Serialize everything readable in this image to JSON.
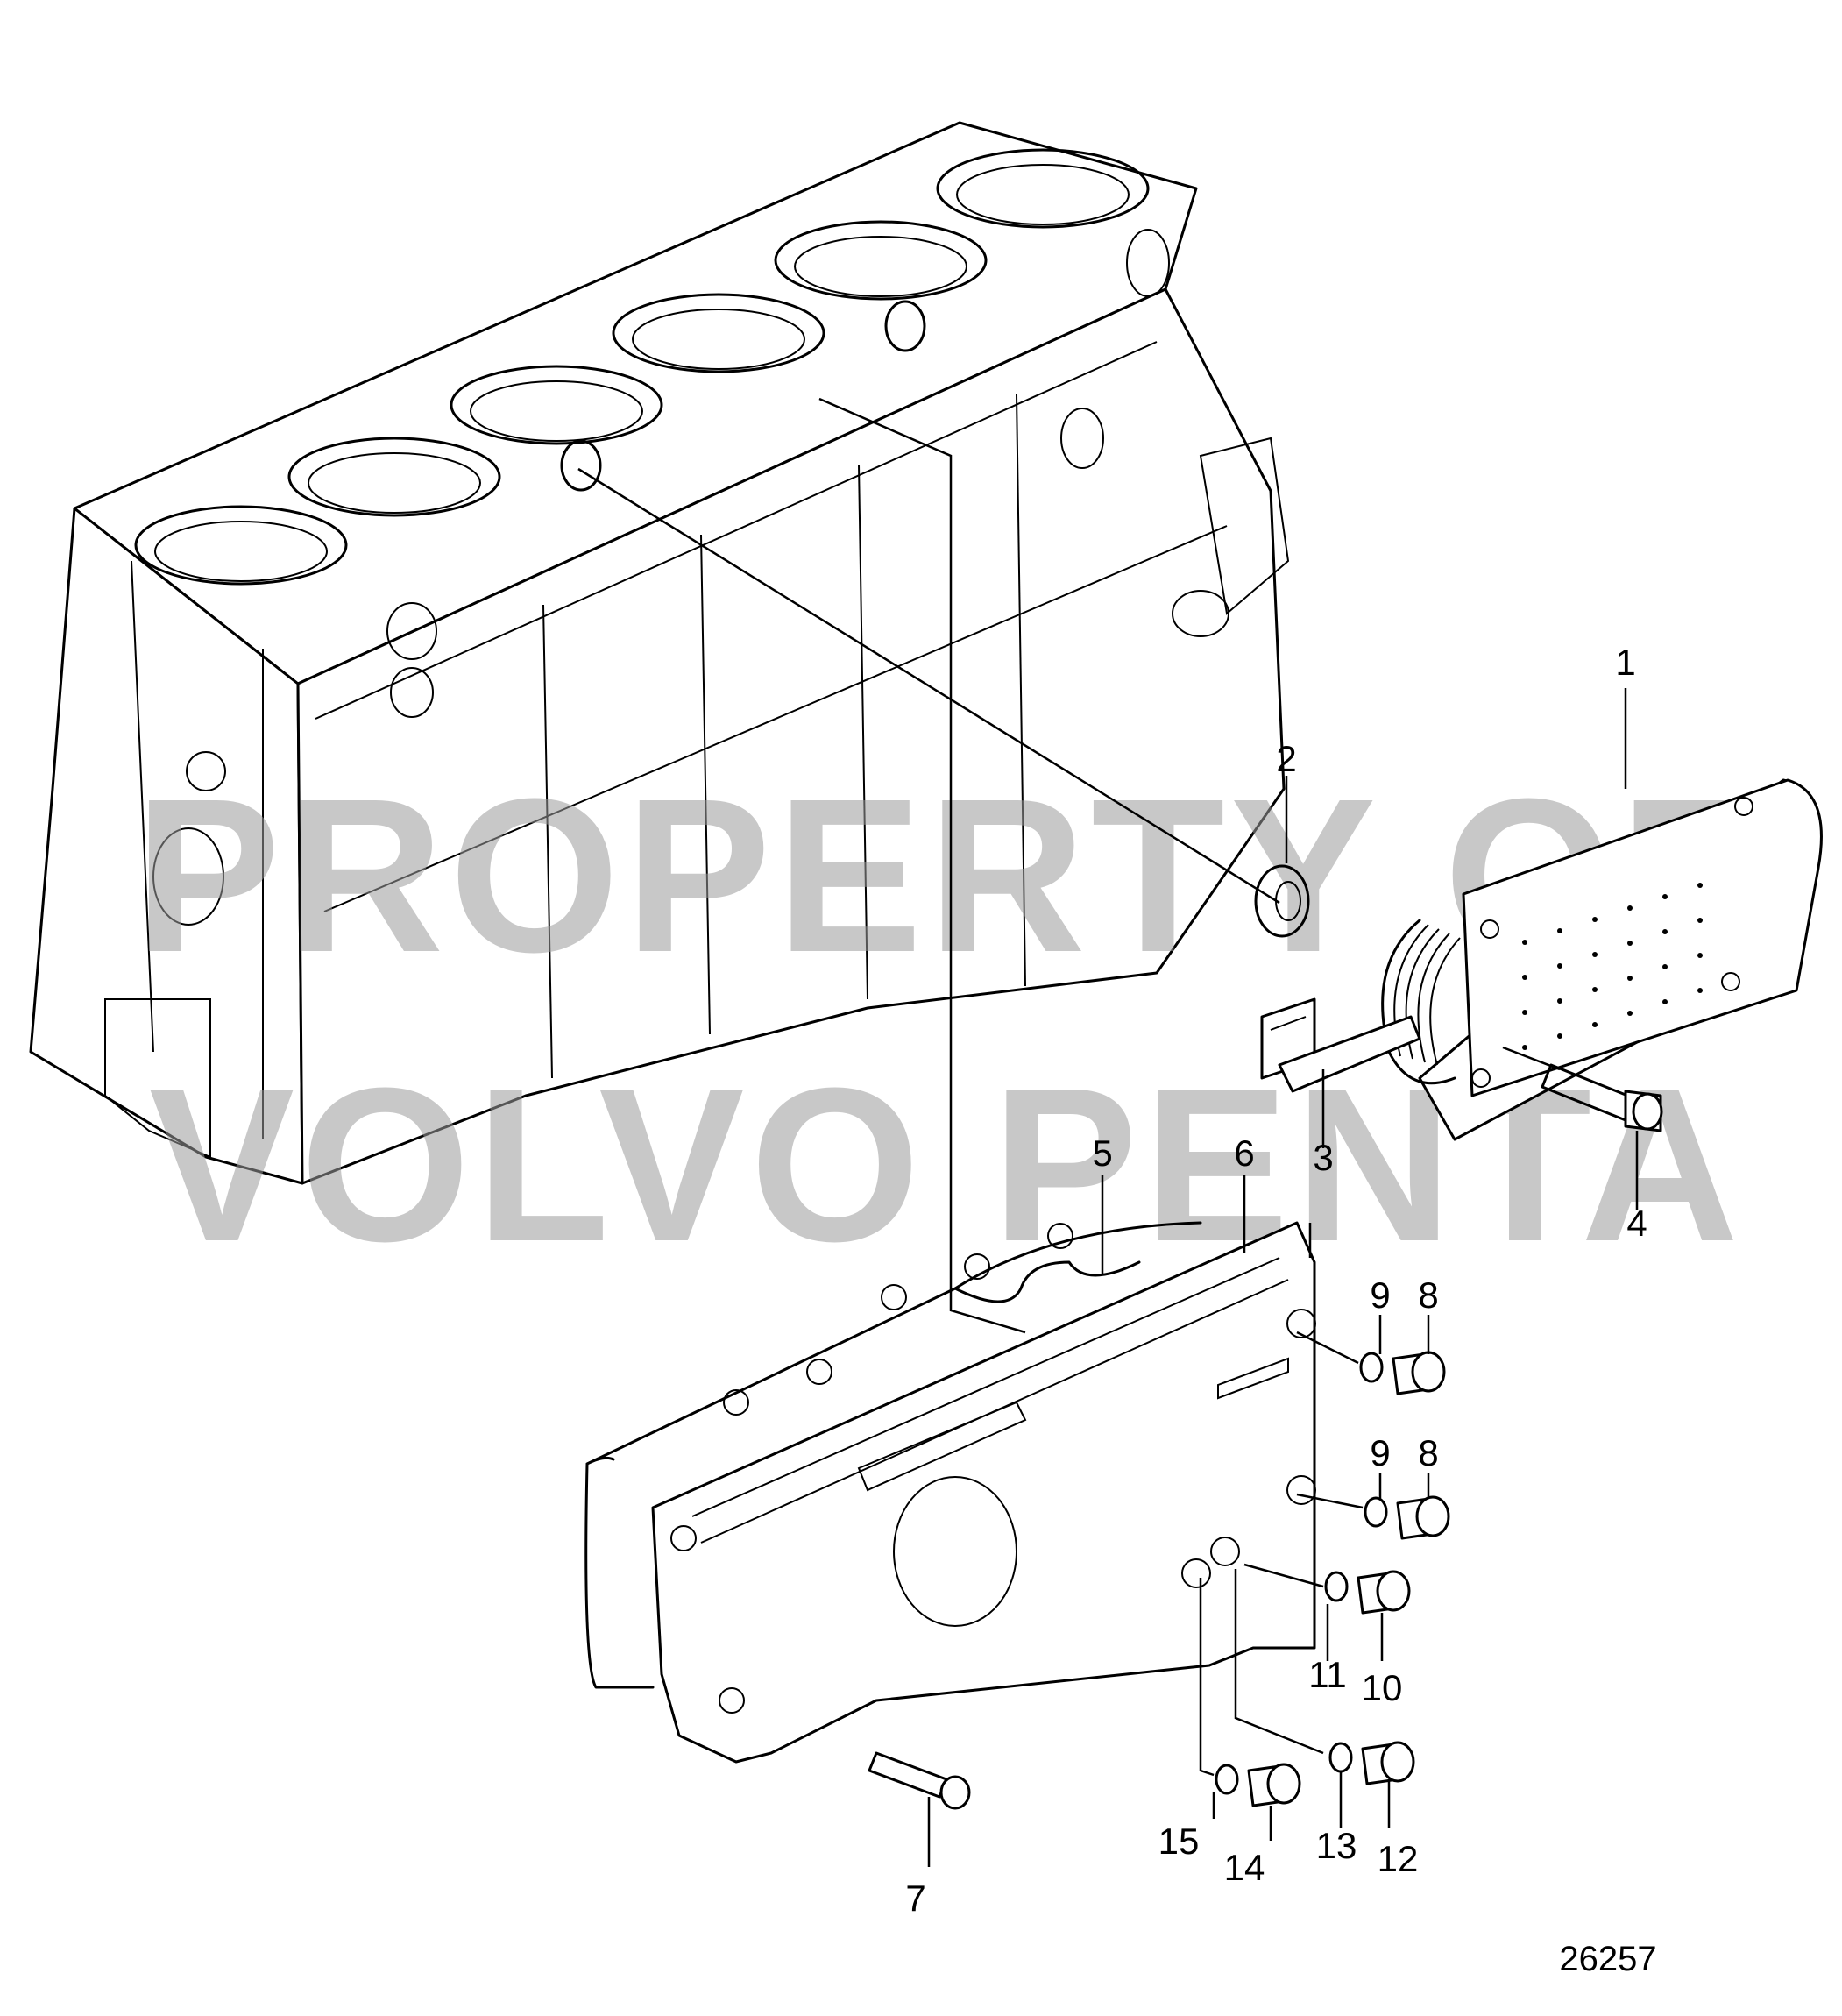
{
  "watermark": {
    "line1": "PROPERTY OF",
    "line2": "VOLVO PENTA"
  },
  "callouts": [
    "1",
    "2",
    "3",
    "4",
    "5",
    "6",
    "7",
    "8",
    "8",
    "9",
    "9",
    "10",
    "11",
    "12",
    "13",
    "14",
    "15"
  ],
  "document_number": "26257"
}
